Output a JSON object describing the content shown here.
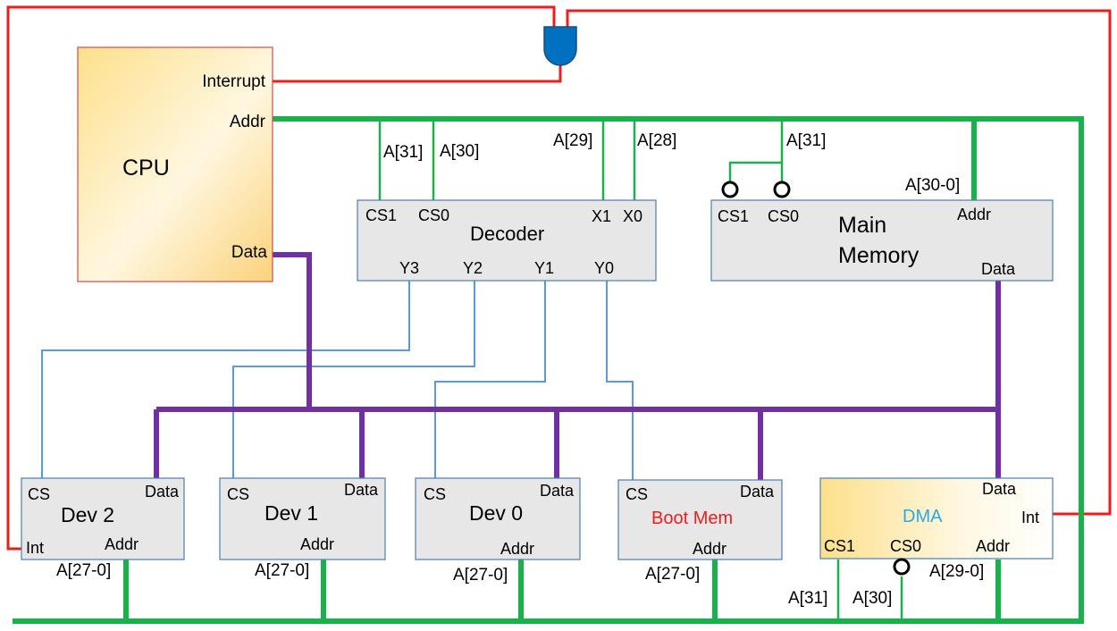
{
  "cpu": {
    "title": "CPU",
    "interrupt": "Interrupt",
    "addr": "Addr",
    "data": "Data",
    "fill_color": "#fde08b"
  },
  "decoder": {
    "title": "Decoder",
    "inputs": [
      "CS1",
      "CS0",
      "X1",
      "X0"
    ],
    "outputs": [
      "Y3",
      "Y2",
      "Y1",
      "Y0"
    ],
    "input_lines": [
      "A[31]",
      "A[30]",
      "A[29]",
      "A[28]"
    ]
  },
  "main_memory": {
    "title_line1": "Main",
    "title_line2": "Memory",
    "cs1": "CS1",
    "cs0": "CS0",
    "addr": "Addr",
    "data": "Data",
    "cs_line": "A[31]",
    "addr_line": "A[30-0]"
  },
  "devices": [
    {
      "title": "Dev 2",
      "cs": "CS",
      "data": "Data",
      "int": "Int",
      "addr": "Addr",
      "addr_line": "A[27-0]"
    },
    {
      "title": "Dev 1",
      "cs": "CS",
      "data": "Data",
      "addr": "Addr",
      "addr_line": "A[27-0]"
    },
    {
      "title": "Dev 0",
      "cs": "CS",
      "data": "Data",
      "addr": "Addr",
      "addr_line": "A[27-0]"
    },
    {
      "title": "Boot Mem",
      "cs": "CS",
      "data": "Data",
      "addr": "Addr",
      "addr_line": "A[27-0]",
      "title_color": "#ee1c1c"
    }
  ],
  "dma": {
    "title": "DMA",
    "title_color": "#2aa8e0",
    "data": "Data",
    "int": "Int",
    "cs1": "CS1",
    "cs0": "CS0",
    "addr": "Addr",
    "cs1_line": "A[31]",
    "cs0_line": "A[30]",
    "addr_line": "A[29-0]"
  },
  "colors": {
    "interrupt_wire": "#ee1c1c",
    "address_bus": "#19b24a",
    "data_bus": "#7030a0",
    "select_lines": "#5b9bd5",
    "and_gate": "#0070c0"
  }
}
